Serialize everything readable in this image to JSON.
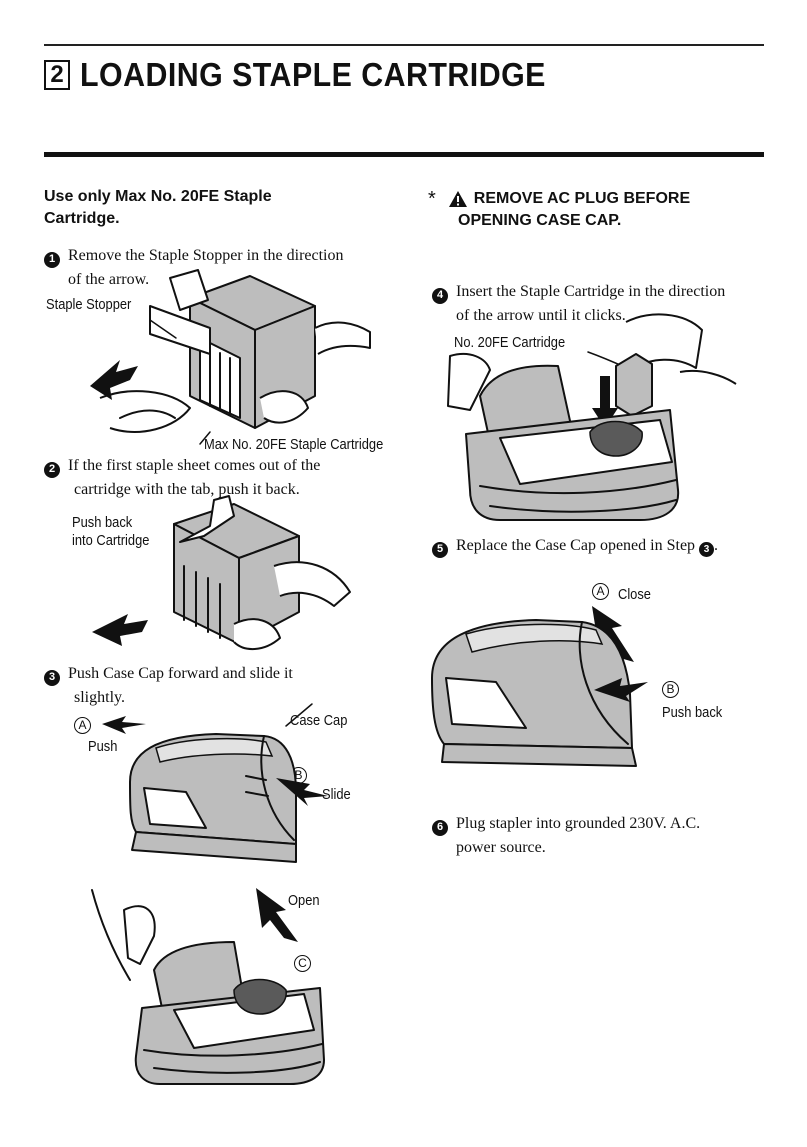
{
  "header": {
    "section_number": "2",
    "title": "LOADING STAPLE CARTRIDGE"
  },
  "left": {
    "notice_line1": "Use only Max No. 20FE Staple",
    "notice_line2": "Cartridge.",
    "step1": {
      "bullet": "1",
      "line1": "Remove the Staple Stopper in the direction",
      "line2": "of the arrow.",
      "label_stopper": "Staple Stopper",
      "label_cartridge": "Max No. 20FE Staple Cartridge"
    },
    "step2": {
      "bullet": "2",
      "line1": "If the first staple sheet comes out of the",
      "line2": "cartridge with the tab, push it back.",
      "label_push_line1": "Push back",
      "label_push_line2": "into Cartridge"
    },
    "step3": {
      "bullet": "3",
      "line1": "Push Case Cap forward and slide it",
      "line2": "slightly.",
      "marker_a": "A",
      "label_push": "Push",
      "label_case_cap": "Case Cap",
      "marker_b": "B",
      "label_slide": "Slide",
      "label_open": "Open",
      "marker_c": "C"
    }
  },
  "right": {
    "warning_star": "*",
    "warning_line1": "REMOVE AC PLUG BEFORE",
    "warning_line2": "OPENING CASE CAP.",
    "step4": {
      "bullet": "4",
      "line1": "Insert the Staple Cartridge in the direction",
      "line2": "of the arrow until it clicks.",
      "label_cartridge": "No. 20FE Cartridge"
    },
    "step5": {
      "bullet": "5",
      "text": "Replace the Case Cap opened in Step",
      "ref_bullet": "3",
      "marker_a": "A",
      "label_close": "Close",
      "marker_b": "B",
      "label_push_back": "Push back"
    },
    "step6": {
      "bullet": "6",
      "line1": "Plug stapler into grounded 230V. A.C.",
      "line2": "power source."
    }
  }
}
